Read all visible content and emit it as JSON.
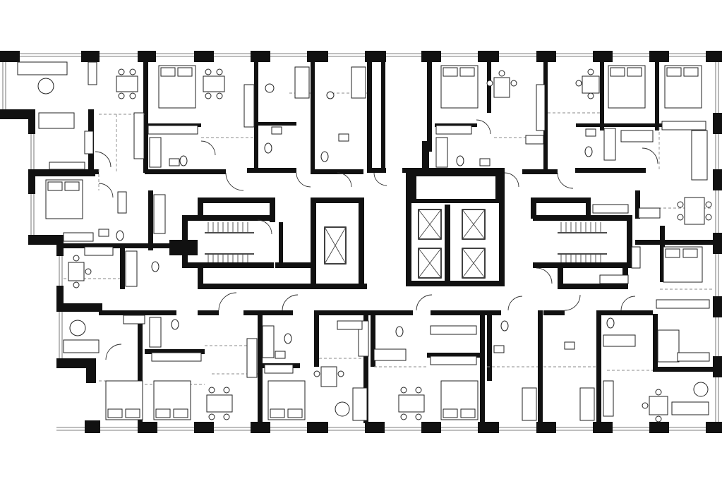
{
  "plan": {
    "kind": "residential floor plan",
    "colors": {
      "walls": "#111111",
      "background": "#ffffff",
      "furniture": "#222222",
      "dashed_zones": "#888888"
    },
    "elevator_count": 4,
    "stairwell_count": 2,
    "cores": [
      "left-stair-core",
      "central-elevator-core",
      "right-stair-core"
    ],
    "furniture_icons": [
      "double-bed-icon",
      "dining-table-icon",
      "sofa-icon",
      "bathtub-icon",
      "toilet-icon",
      "sink-icon",
      "kitchen-counter-icon",
      "wardrobe-icon",
      "plant-icon",
      "desk-icon"
    ]
  }
}
